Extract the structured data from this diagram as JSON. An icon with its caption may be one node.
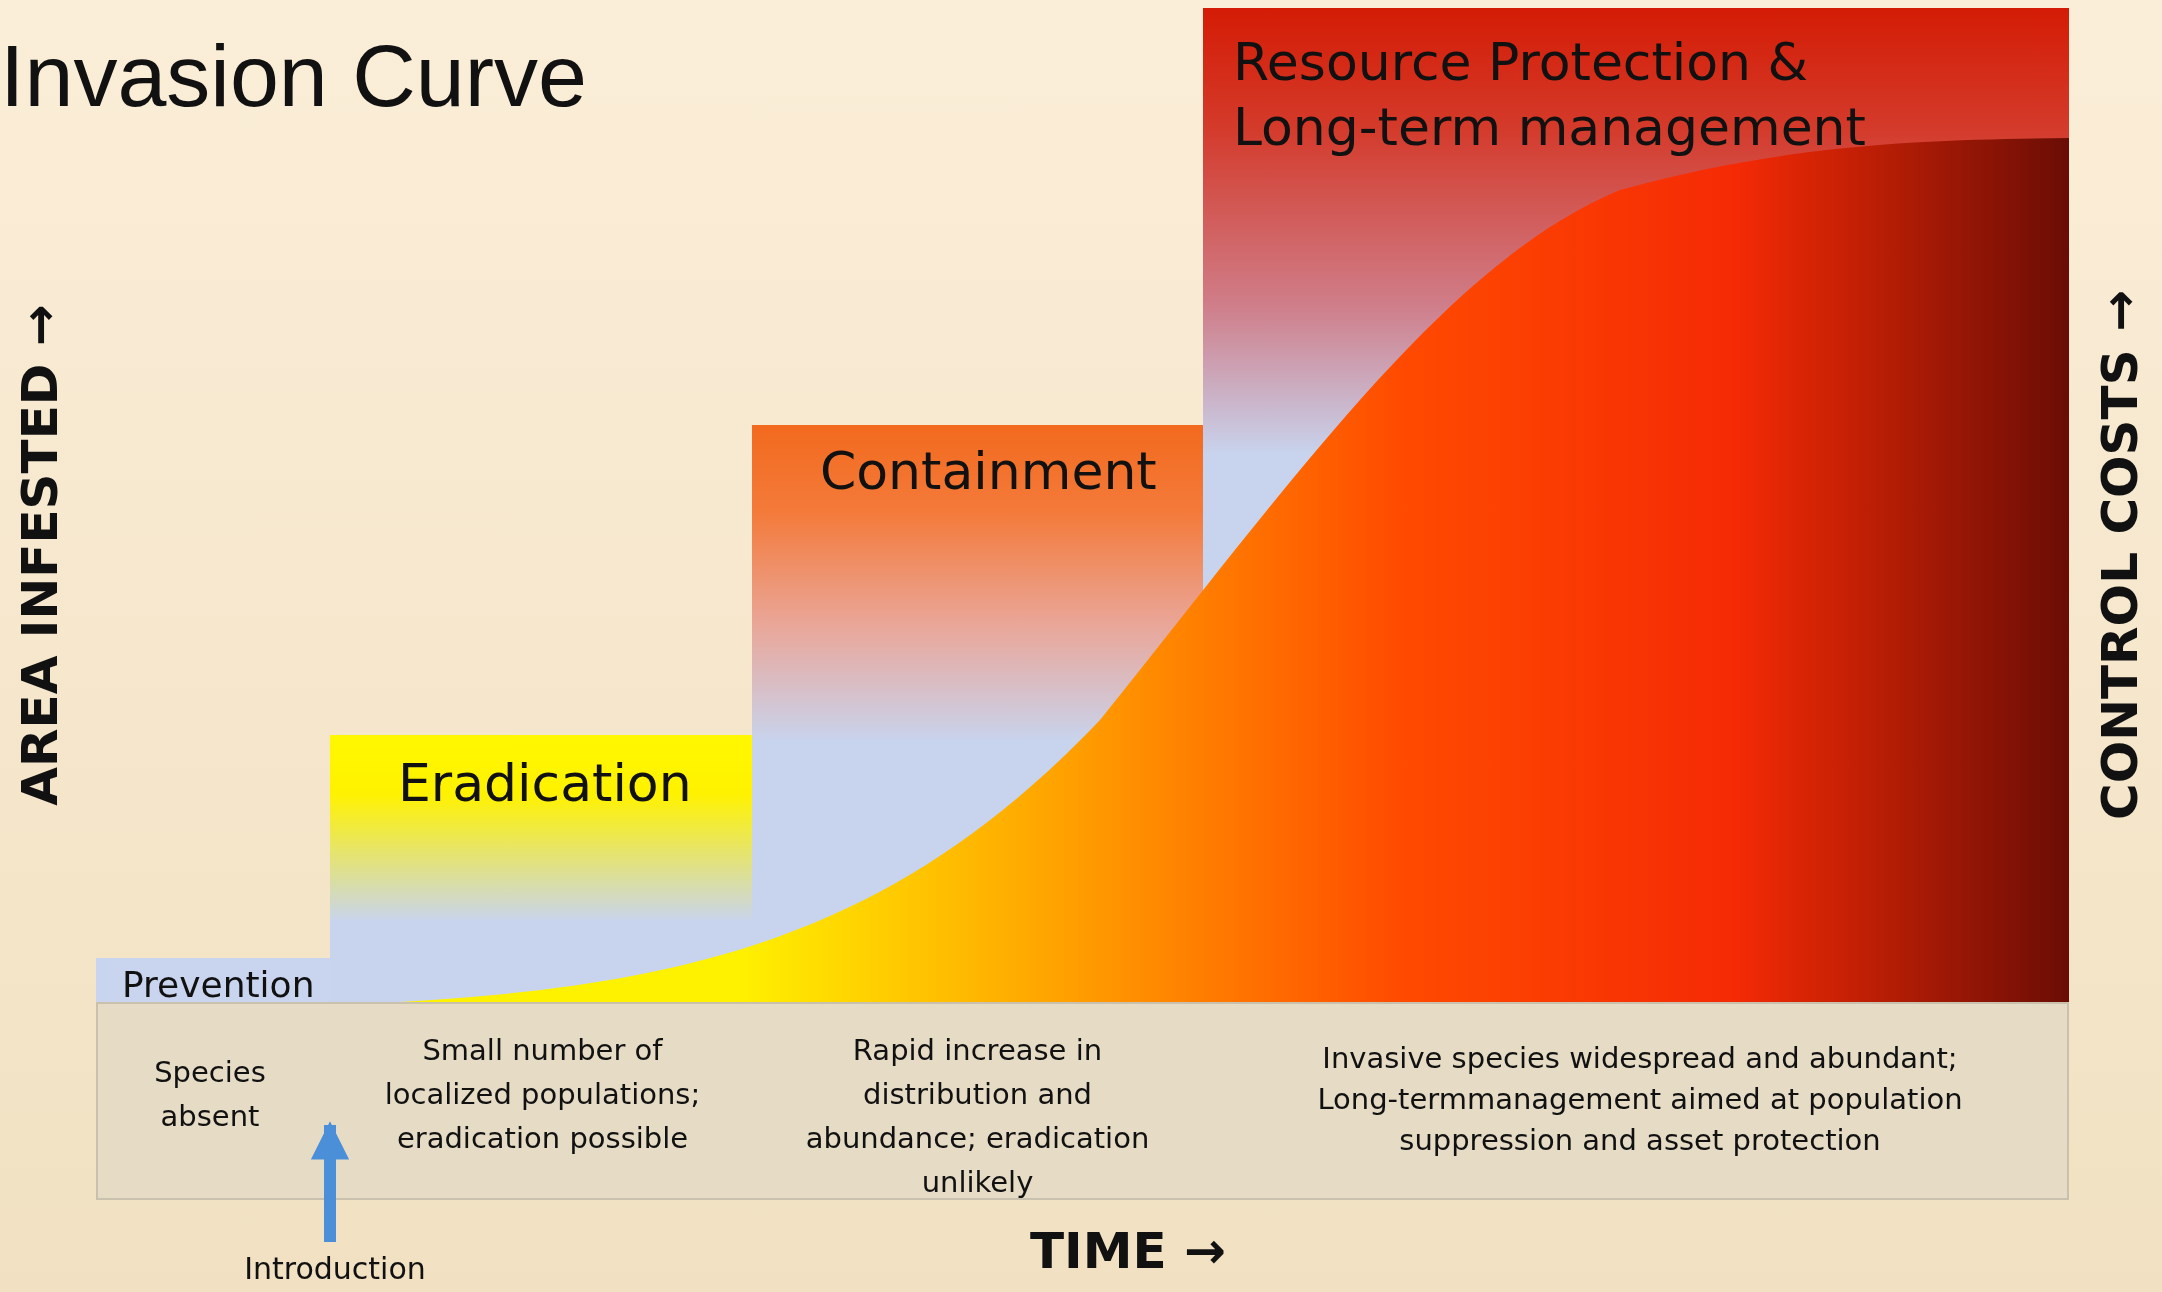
{
  "diagram": {
    "title": "Invasion Curve",
    "nodes": [
      {
        "text": [
          "Prevention"
        ]
      },
      {
        "text": [
          "Eradication"
        ]
      },
      {
        "text": [
          "Containment"
        ]
      },
      {
        "text": [
          "Resource Protection & Long-term management"
        ]
      },
      {
        "text": [
          "Introduction"
        ]
      }
    ],
    "edges": [
      {
        "from": 4,
        "to": 0,
        "arrow": "to"
      }
    ],
    "labels": [
      "AREA INFESTED →",
      "CONTROL COSTS →",
      "Species absent",
      "Small number of localized populations; eradication possible",
      "Rapid increase in distribution and abundance; eradication unlikely",
      "Invasive species widespread and abundant; Long-termmanagement aimed at population suppression and asset protection",
      "TIME →"
    ]
  }
}
